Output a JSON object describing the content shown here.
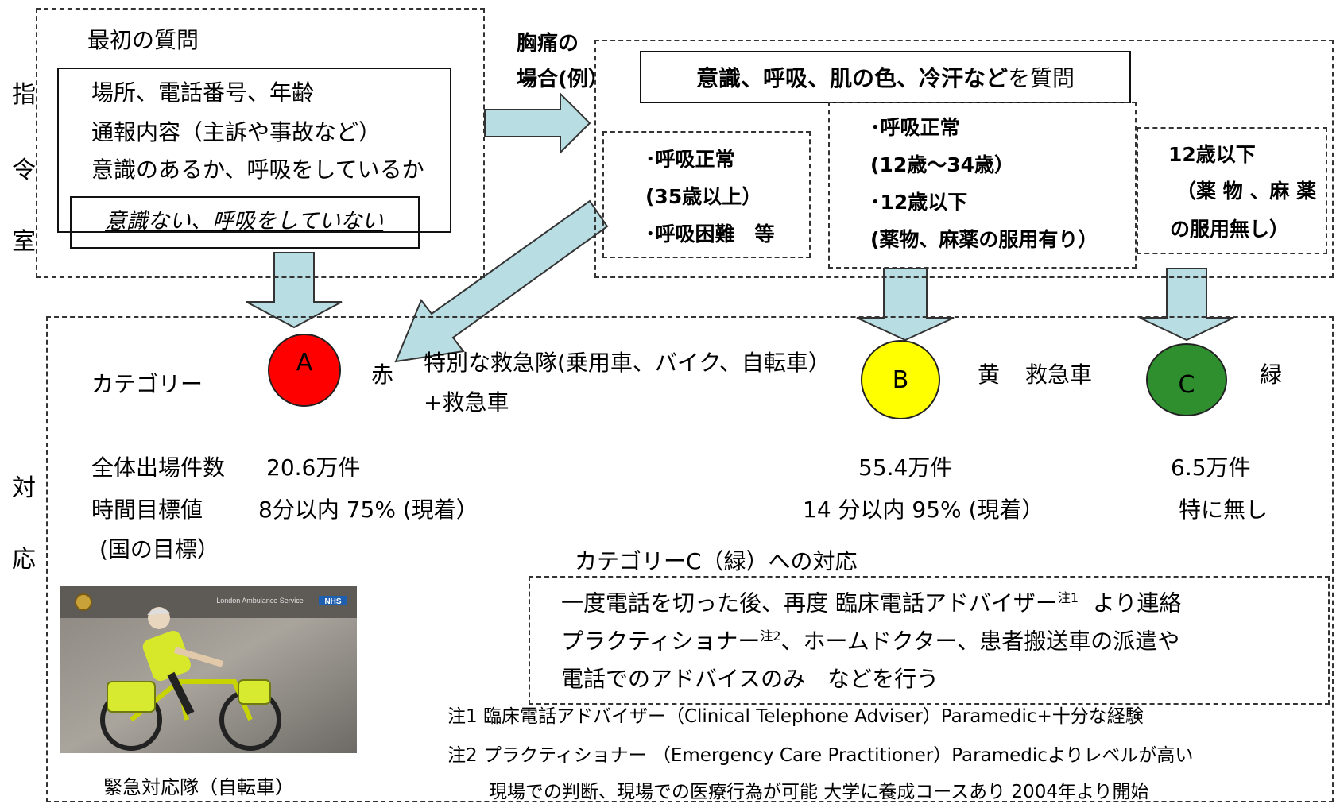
{
  "left_vertical": {
    "top_chars": [
      "指",
      "令",
      "室"
    ],
    "bottom_chars": [
      "対",
      "応"
    ]
  },
  "first_questions": {
    "heading": "最初の質問",
    "lines": [
      "場所、電話番号、年齢",
      "通報内容（主訴や事故など）",
      "意識のあるか、呼吸をしているか"
    ],
    "italic_line": "意識ない、呼吸をしていない"
  },
  "chest_pain": {
    "label_line1": "胸痛の",
    "label_line2": "場合(例）",
    "question_bold": "意識、呼吸、肌の色、冷汗など",
    "question_tail": "を質問",
    "box_a": [
      "･呼吸正常",
      "(35歳以上）",
      "･呼吸困難　等"
    ],
    "box_b": [
      "･呼吸正常",
      "(12歳～34歳）",
      "･12歳以下",
      "(薬物、麻薬の服用有り）"
    ],
    "box_c": [
      "12歳以下",
      "（薬 物 、麻 薬",
      "の服用無し）"
    ]
  },
  "categories": {
    "label": "カテゴリー",
    "a": {
      "letter": "A",
      "color_name": "赤",
      "desc_line1": "特別な救急隊(乗用車、バイク、自転車）",
      "desc_line2": "+救急車",
      "color": "#ff0000"
    },
    "b": {
      "letter": "B",
      "color_name": "黄",
      "desc": "救急車",
      "color": "#ffff00"
    },
    "c": {
      "letter": "C",
      "color_name": "緑",
      "color": "#2f8f2f"
    }
  },
  "stats": {
    "total_label": "全体出場件数",
    "total_a": "20.6万件",
    "total_b": "55.4万件",
    "total_c": "6.5万件",
    "time_label": "時間目標値",
    "time_a": "8分以内 75% (現着）",
    "time_b": "14 分以内 95% (現着）",
    "time_c": "特に無し",
    "time_note": "(国の目標）"
  },
  "category_c_response": {
    "heading": "カテゴリーC（緑）への対応",
    "line1_pre": "一度電話を切った後、再度 臨床電話アドバイザー",
    "line1_sup": "注1",
    "line1_post": "より連絡",
    "line2_pre": "プラクティショナー",
    "line2_sup": "注2",
    "line2_post": "、ホームドクター、患者搬送車の派遣や",
    "line3": "電話でのアドバイスのみ　などを行う"
  },
  "notes": {
    "note1": "注1 臨床電話アドバイザー（Clinical Telephone Adviser）Paramedic+十分な経験",
    "note2": "注2 プラクティショナー （Emergency Care Practitioner）Paramedicよりレベルが高い",
    "note3": "現場での判断、現場での医療行為が可能 大学に養成コースあり 2004年より開始"
  },
  "photo": {
    "caption": "緊急対応隊（自転車）",
    "org_text": "London Ambulance Service",
    "badge": "NHS"
  },
  "colors": {
    "arrow_fill": "#b8dde3",
    "arrow_stroke": "#333333"
  }
}
